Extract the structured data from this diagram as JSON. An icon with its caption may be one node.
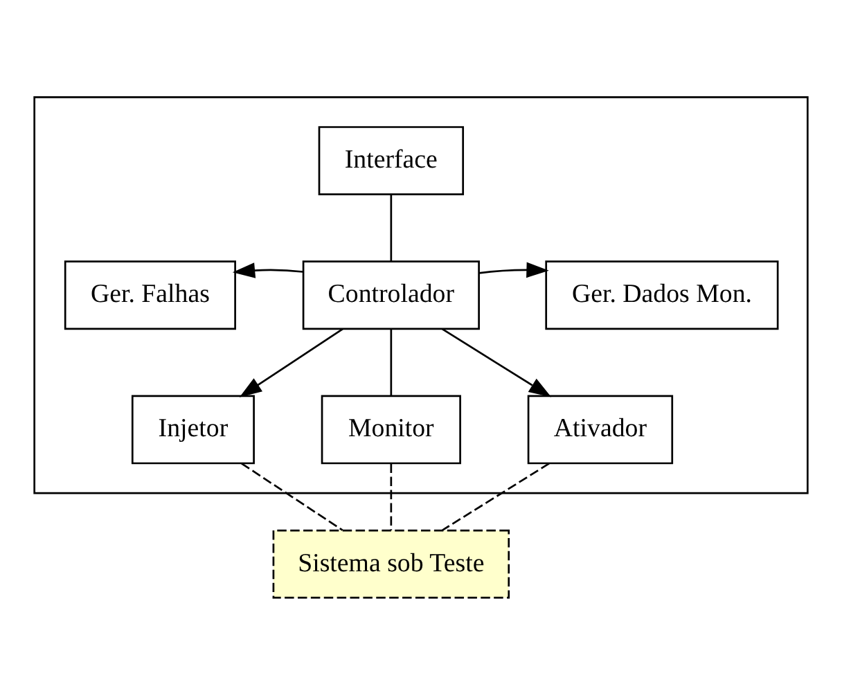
{
  "diagram": {
    "nodes": [
      {
        "text": [],
        "shape": "box"
      },
      {
        "text": [
          "Interface"
        ],
        "in": 0
      },
      {
        "text": [
          "Ger. Falhas"
        ],
        "in": 0
      },
      {
        "text": [
          "Controlador"
        ],
        "in": 0
      },
      {
        "text": [
          "Ger. Dados Mon."
        ],
        "in": 0
      },
      {
        "text": [
          "Injetor"
        ],
        "in": 0
      },
      {
        "text": [
          "Monitor"
        ],
        "in": 0
      },
      {
        "text": [
          "Ativador"
        ],
        "in": 0
      },
      {
        "text": [
          "Sistema sob Teste"
        ]
      }
    ],
    "edges": [
      {
        "from": 1,
        "to": 3,
        "arrow": "none"
      },
      {
        "from": 3,
        "to": 2,
        "arrow": "to"
      },
      {
        "from": 3,
        "to": 4,
        "arrow": "to"
      },
      {
        "from": 3,
        "to": 5,
        "arrow": "to"
      },
      {
        "from": 3,
        "to": 6,
        "arrow": "none"
      },
      {
        "from": 3,
        "to": 7,
        "arrow": "to"
      },
      {
        "from": 5,
        "to": 8,
        "arrow": "none",
        "style": "dashed"
      },
      {
        "from": 6,
        "to": 8,
        "arrow": "none",
        "style": "dashed"
      },
      {
        "from": 7,
        "to": 8,
        "arrow": "none",
        "style": "dashed"
      }
    ]
  }
}
